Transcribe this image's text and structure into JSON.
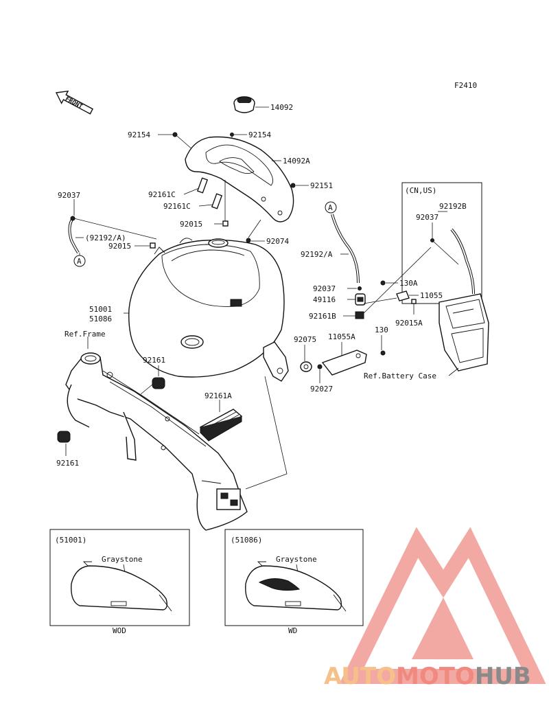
{
  "diagram": {
    "code": "F2410",
    "front_label": "FRONT",
    "variant_box": {
      "label": "(CN,US)"
    },
    "callouts": {
      "c14092": "14092",
      "c92154_left": "92154",
      "c92154_right": "92154",
      "c14092A": "14092A",
      "c92037_left": "92037",
      "c92161C_a": "92161C",
      "c92151": "92151",
      "c92161C_b": "92161C",
      "c92015_top": "92015",
      "c92192A_paren": "(92192/A)",
      "c92074": "92074",
      "c92015_left": "92015",
      "c92192A": "92192/A",
      "c92192B": "92192B",
      "c92037_box": "92037",
      "c92037_mid": "92037",
      "c130A": "130A",
      "c49116": "49116",
      "c11055": "11055",
      "c92161B": "92161B",
      "c92015A": "92015A",
      "c51001": "51001",
      "c51086": "51086",
      "ref_frame": "Ref.Frame",
      "c130": "130",
      "c92075": "92075",
      "c11055A": "11055A",
      "ref_battery_case": "Ref.Battery Case",
      "c92161_a": "92161",
      "c92027": "92027",
      "c92161A": "92161A",
      "c92161_b": "92161",
      "marker_a": "A"
    },
    "panels": [
      {
        "header": "(51001)",
        "color": "Graystone",
        "footer": "WOD"
      },
      {
        "header": "(51086)",
        "color": "Graystone",
        "footer": "WD"
      }
    ]
  },
  "watermark": {
    "part1": "AUTO",
    "part2": "MOTO",
    "part3": "HUB",
    "colors": {
      "auto": "#f6c08a",
      "moto": "#f08a80",
      "hub": "#8a8a8a",
      "triangle": "#f29b93"
    }
  }
}
